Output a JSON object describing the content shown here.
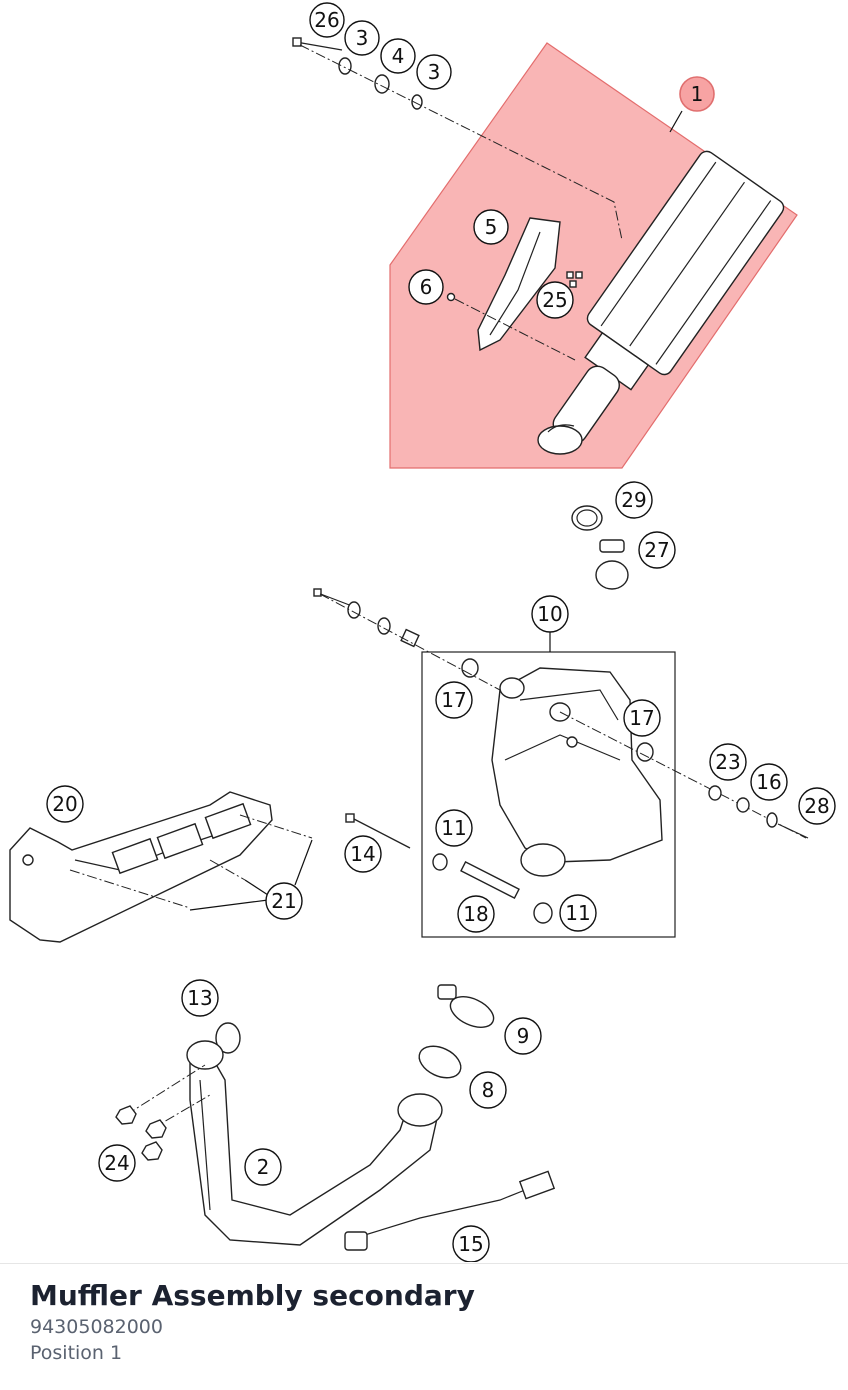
{
  "part": {
    "title": "Muffler Assembly secondary",
    "number": "94305082000",
    "position": "Position 1"
  },
  "diagram": {
    "highlight_color": "#f7a3a3",
    "selected_callout": "1",
    "callouts": [
      "26",
      "3",
      "4",
      "3",
      "1",
      "5",
      "6",
      "25",
      "29",
      "27",
      "10",
      "17",
      "17",
      "23",
      "16",
      "28",
      "20",
      "11",
      "14",
      "21",
      "18",
      "11",
      "13",
      "9",
      "8",
      "24",
      "2",
      "15"
    ]
  }
}
